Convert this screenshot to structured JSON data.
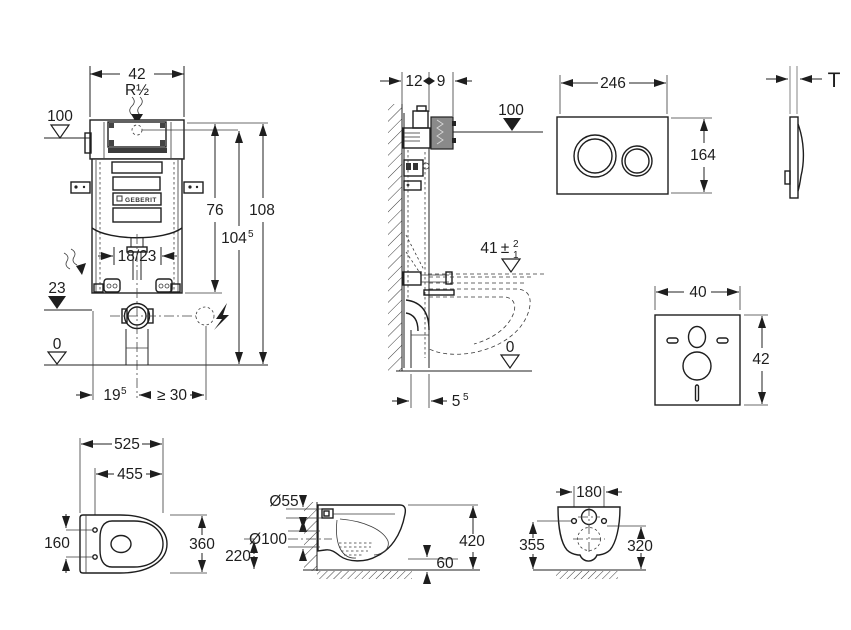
{
  "figures": {
    "cistern_front": {
      "dim_width_top": "42",
      "water_connection": "R½",
      "level_supply": "100",
      "dim_height_76": "76",
      "dim_height_108": "108",
      "dim_height_104": "104",
      "dim_height_104_sup": "5",
      "dim_outlet_range": "18/23",
      "level_23": "23",
      "level_0": "0",
      "dim_offset_19": "19",
      "dim_offset_19_sup": "5",
      "dim_offset_min_30": "≥ 30",
      "brand": "GEBERIT"
    },
    "cistern_side": {
      "dim_depth_12": "12",
      "dim_depth_9": "9",
      "level_supply": "100",
      "dim_seat_41": "41",
      "tol_pm": "±",
      "tol_plus": "2",
      "tol_minus": "1",
      "level_0": "0",
      "dim_offset_5": "5",
      "dim_offset_5_sup": "5"
    },
    "flush_plate_front": {
      "dim_width": "246",
      "dim_height": "164"
    },
    "flush_plate_side": {
      "dim_thickness": "T"
    },
    "sound_insulation_pad": {
      "dim_width": "40",
      "dim_height": "42"
    },
    "wc_pan_top": {
      "dim_length": "525",
      "dim_length_inner": "455",
      "dim_hole_span": "160",
      "dim_width": "360"
    },
    "wc_pan_side": {
      "dim_inlet": "Ø55",
      "dim_outlet": "Ø100",
      "dim_outlet_height": "220",
      "dim_height": "420",
      "dim_clearance": "60"
    },
    "wc_pan_rear": {
      "dim_hole_span": "180",
      "dim_height_355": "355",
      "dim_height_320": "320"
    }
  }
}
